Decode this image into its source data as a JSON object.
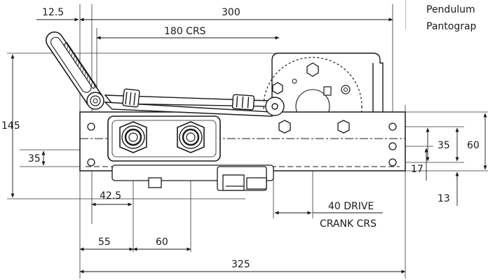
{
  "captions": [
    "Pendulum",
    "Pantograp"
  ],
  "dimensions": {
    "d_12_5": "12.5",
    "d_300": "300",
    "d_180_crs": "180 CRS",
    "d_145": "145",
    "d_35_left": "35",
    "d_35_right": "35",
    "d_60_right": "60",
    "d_17": "17",
    "d_13": "13",
    "d_42_5": "42.5",
    "d_40_drive": "40 DRIVE",
    "d_crank_crs": "CRANK CRS",
    "d_55": "55",
    "d_60_bottom": "60",
    "d_325": "325"
  },
  "colors": {
    "line": "#1a1a1a",
    "dim": "#333333",
    "background": "#ffffff"
  }
}
